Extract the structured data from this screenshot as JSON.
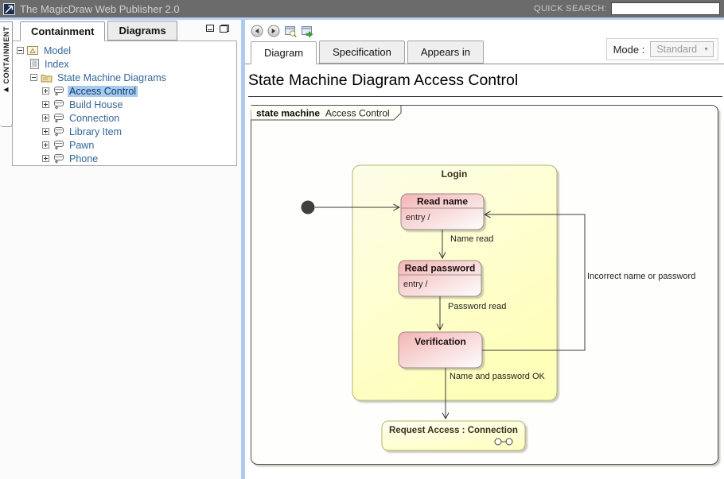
{
  "header": {
    "app_title": "The MagicDraw Web Publisher 2.0",
    "quick_search_label": "QUICK SEARCH:",
    "quick_search_value": ""
  },
  "icons": {
    "collapse_arrow": "◀",
    "dropdown_arrow": "▼"
  },
  "sidebar": {
    "collapse_tab_label": "CONTAINMENT",
    "tabs": [
      {
        "label": "Containment",
        "active": true
      },
      {
        "label": "Diagrams",
        "active": false
      }
    ],
    "tree": [
      {
        "label": "Model",
        "icon": "package-icon",
        "expander": "minus",
        "level": 0,
        "selected": false
      },
      {
        "label": "Index",
        "icon": "index-icon",
        "expander": "none",
        "level": 1,
        "selected": false
      },
      {
        "label": "State Machine Diagrams",
        "icon": "folder-icon",
        "expander": "minus",
        "level": 1,
        "selected": false
      },
      {
        "label": "Access Control",
        "icon": "statemachine-diagram-icon",
        "expander": "plus",
        "level": 2,
        "selected": true
      },
      {
        "label": "Build House",
        "icon": "statemachine-diagram-icon",
        "expander": "plus",
        "level": 2,
        "selected": false
      },
      {
        "label": "Connection",
        "icon": "statemachine-diagram-icon",
        "expander": "plus",
        "level": 2,
        "selected": false
      },
      {
        "label": "Library Item",
        "icon": "statemachine-diagram-icon",
        "expander": "plus",
        "level": 2,
        "selected": false
      },
      {
        "label": "Pawn",
        "icon": "statemachine-diagram-icon",
        "expander": "plus",
        "level": 2,
        "selected": false
      },
      {
        "label": "Phone",
        "icon": "statemachine-diagram-icon",
        "expander": "plus",
        "level": 2,
        "selected": false
      }
    ]
  },
  "main": {
    "tabs": [
      {
        "label": "Diagram",
        "active": true
      },
      {
        "label": "Specification",
        "active": false
      },
      {
        "label": "Appears in",
        "active": false
      }
    ],
    "mode_label": "Mode :",
    "mode_value": "Standard",
    "page_title": "State Machine Diagram Access Control"
  },
  "diagram": {
    "frame_keyword": "state machine",
    "frame_name": "Access Control",
    "composite_state": {
      "name": "Login"
    },
    "states": [
      {
        "name": "Read name",
        "entry": "entry /"
      },
      {
        "name": "Read password",
        "entry": "entry /"
      },
      {
        "name": "Verification"
      }
    ],
    "submachine_state": {
      "name": "Request Access : Connection"
    },
    "transitions": [
      {
        "label": "Name read"
      },
      {
        "label": "Password read"
      },
      {
        "label": "Name and password OK"
      },
      {
        "label": "Incorrect name or password"
      }
    ]
  },
  "colors": {
    "header_bg": "#6b6b6b",
    "divider": "#aecaf0",
    "selection": "#a6cbf0",
    "tree_text": "#336699",
    "composite_fill": "#ffffbd",
    "state_fill": "#f4b8b8",
    "frame_border": "#4c4c4c"
  }
}
